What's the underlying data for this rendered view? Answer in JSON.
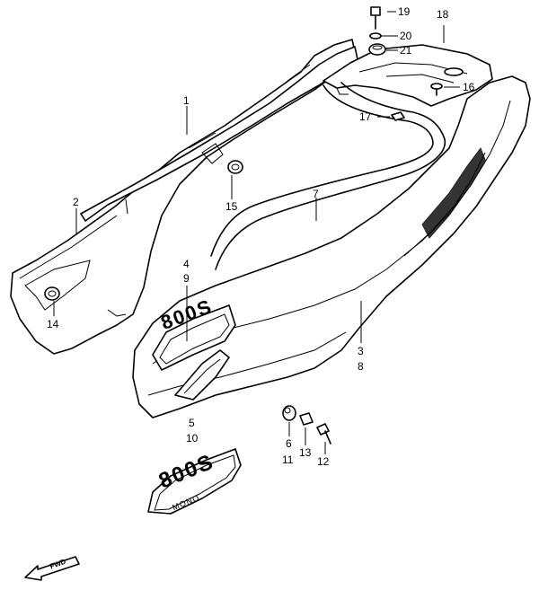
{
  "diagram": {
    "callouts": {
      "c1": "1",
      "c2": "2",
      "c3": "3",
      "c4": "4",
      "c5": "5",
      "c6": "6",
      "c7": "7",
      "c8": "8",
      "c9": "9",
      "c10": "10",
      "c11": "11",
      "c12": "12",
      "c13": "13",
      "c14": "14",
      "c15": "15",
      "c16": "16",
      "c17": "17",
      "c18": "18",
      "c19": "19",
      "c20": "20",
      "c21": "21"
    },
    "emblem_text": {
      "model_upper": "800S",
      "model_lower": "MONO"
    },
    "direction_arrow": "FWD"
  }
}
